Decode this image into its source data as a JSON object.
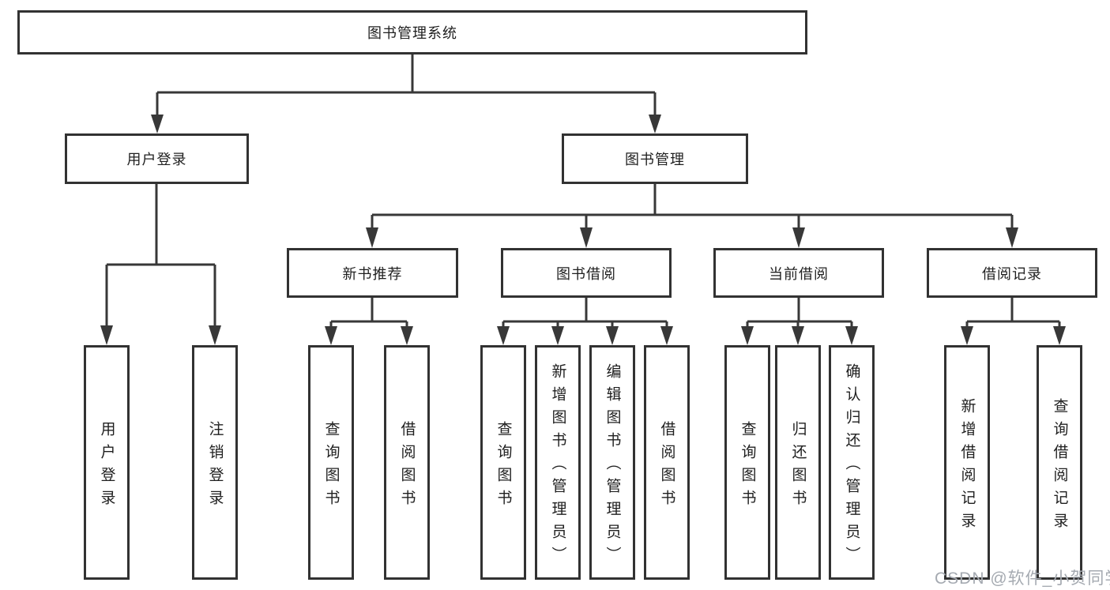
{
  "diagram": {
    "root": {
      "label": "图书管理系统"
    },
    "user_branch": {
      "label": "用户登录",
      "leaves": [
        {
          "label": "用户登录"
        },
        {
          "label": "注销登录"
        }
      ]
    },
    "book_branch": {
      "label": "图书管理"
    },
    "modules": [
      {
        "label": "新书推荐",
        "leaves": [
          {
            "label": "查询图书"
          },
          {
            "label": "借阅图书"
          }
        ]
      },
      {
        "label": "图书借阅",
        "leaves": [
          {
            "label": "查询图书"
          },
          {
            "label": "新增图书（管理员）"
          },
          {
            "label": "编辑图书（管理员）"
          },
          {
            "label": "借阅图书"
          }
        ]
      },
      {
        "label": "当前借阅",
        "leaves": [
          {
            "label": "查询图书"
          },
          {
            "label": "归还图书"
          },
          {
            "label": "确认归还（管理员）"
          }
        ]
      },
      {
        "label": "借阅记录",
        "leaves": [
          {
            "label": "新增借阅记录"
          },
          {
            "label": "查询借阅记录"
          }
        ]
      }
    ]
  },
  "watermark": {
    "text": "CSDN @软件_小贺同学"
  },
  "colors": {
    "line": "#383838",
    "border": "#323232",
    "background": "#ffffff",
    "text": "#1f1f1f",
    "watermark": "#a5aab1"
  }
}
